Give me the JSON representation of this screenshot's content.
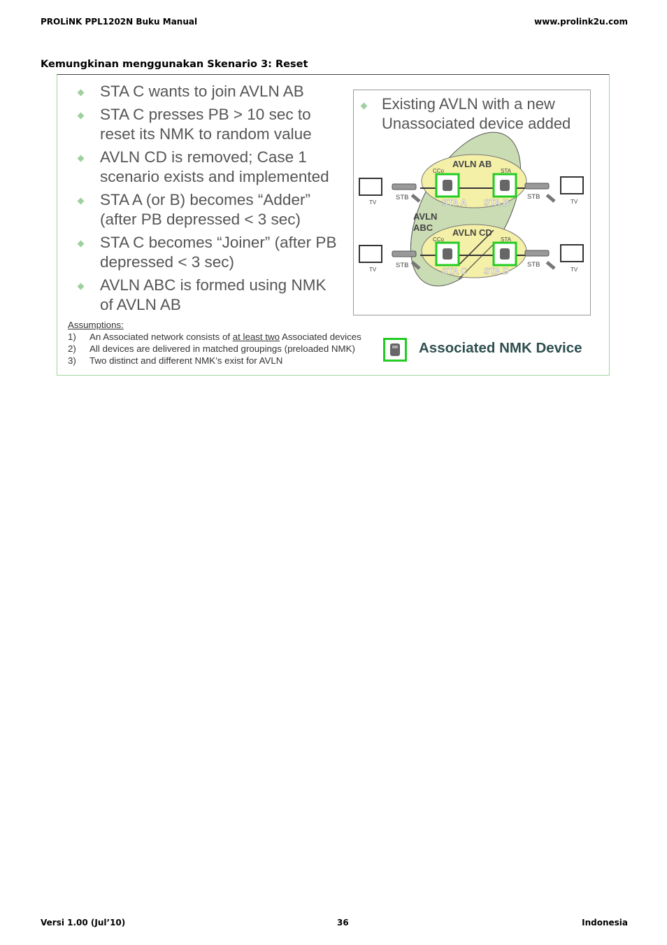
{
  "header": {
    "left": "PROLiNK PPL1202N Buku Manual",
    "right": "www.prolink2u.com"
  },
  "section_title": "Kemungkinan menggunakan Skenario 3: Reset",
  "slide": {
    "bullets": [
      "STA C wants to join AVLN AB",
      "STA C presses PB > 10 sec to reset its NMK to random value",
      "AVLN CD is removed; Case 1 scenario exists and implemented",
      "STA A (or B) becomes “Adder” (after PB depressed < 3 sec)",
      "STA C becomes “Joiner” (after PB depressed < 3 sec)",
      "AVLN ABC is formed using NMK of AVLN AB"
    ],
    "diagram": {
      "bullet": "Existing AVLN with a new Unassociated device added",
      "labels": {
        "avln_ab": "AVLN AB",
        "avln_cd": "AVLN CD",
        "avln_abc_1": "AVLN",
        "avln_abc_2": "ABC",
        "cco": "CCo",
        "sta": "STA",
        "sta_a": "STA A",
        "sta_b": "STA B",
        "sta_c": "STA C",
        "sta_d": "STA D",
        "stb": "STB",
        "tv": "TV"
      }
    },
    "assumptions": {
      "heading": "Assumptions",
      "items": [
        {
          "num": "1)",
          "pre": "An Associated network consists of ",
          "underlined": "at least two",
          "post": " Associated devices"
        },
        {
          "num": "2)",
          "text": "All devices are delivered in matched groupings (preloaded NMK)"
        },
        {
          "num": "3)",
          "text": "Two distinct and different NMK’s exist for AVLN"
        }
      ]
    },
    "legend": "Associated NMK Device"
  },
  "footer": {
    "left": "Versi 1.00 (Jul’10)",
    "center": "36",
    "right": "Indonesia"
  },
  "colors": {
    "green": "#22cc22",
    "ellipse_fill": "#f4f0a8",
    "ellipse_big": "#c9dcb4",
    "bullet": "#9fcf9f"
  }
}
